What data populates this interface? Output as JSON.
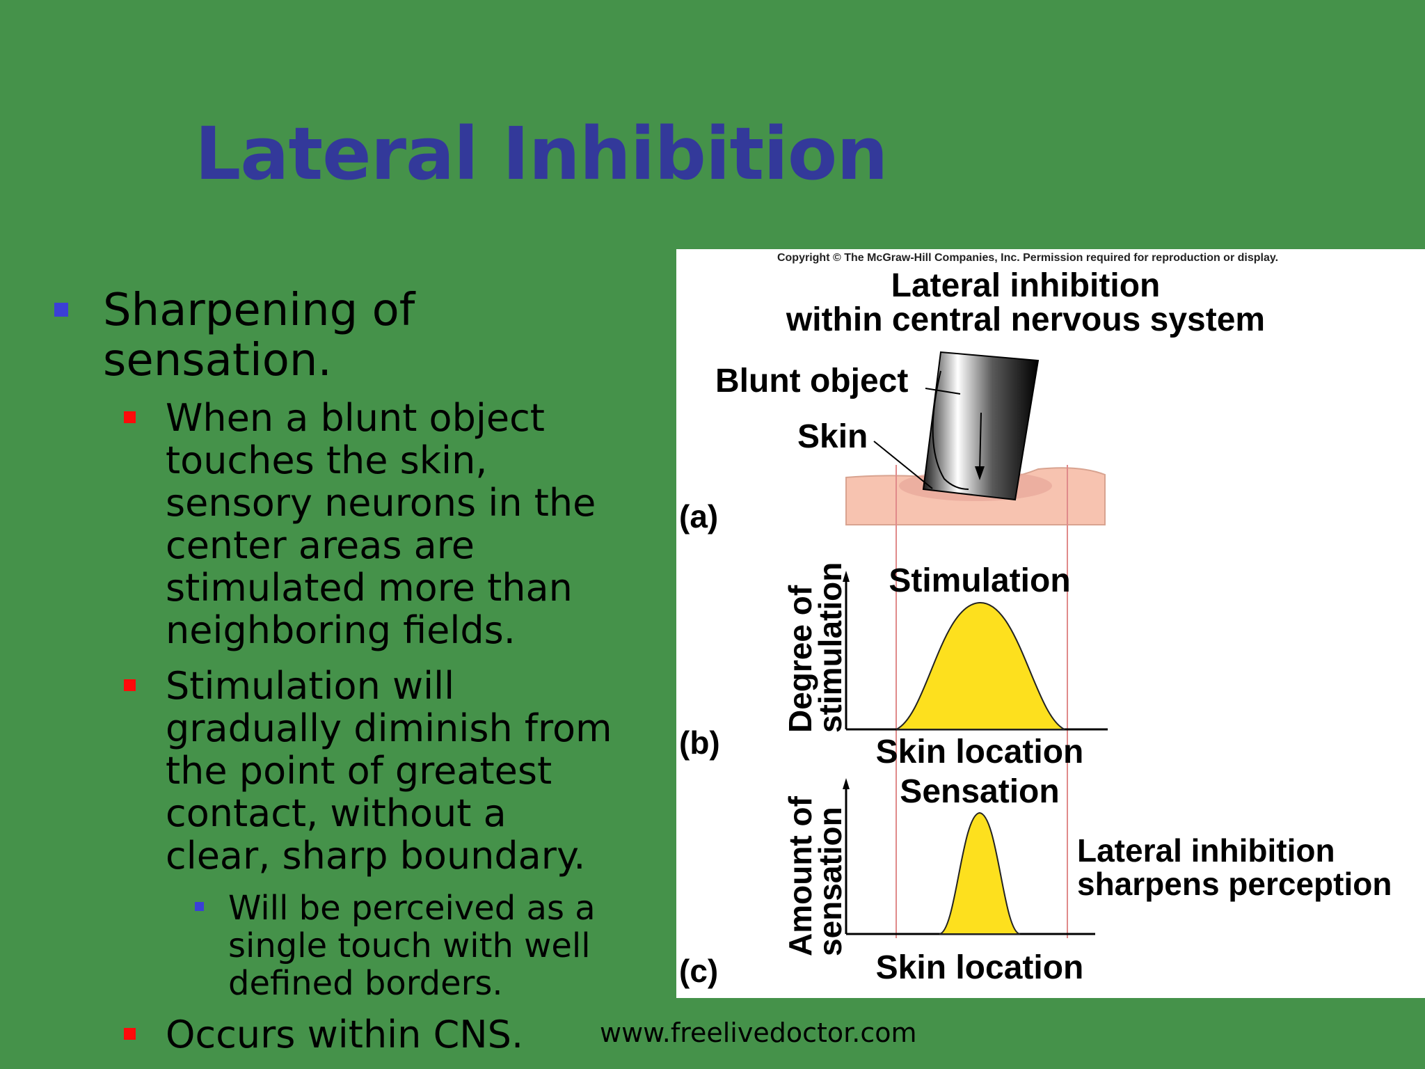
{
  "slide": {
    "title": "Lateral Inhibition",
    "bullets": {
      "main": "Sharpening of sensation.",
      "sub1": "When a blunt object touches the skin, sensory neurons in the center areas are stimulated more than neighboring fields.",
      "sub2": "Stimulation will gradually diminish from the point of greatest contact, without a clear, sharp boundary.",
      "subsub": "Will be perceived as a single touch with well defined borders.",
      "sub3": "Occurs within CNS."
    },
    "footer": "www.freelivedoctor.com",
    "colors": {
      "background": "#45924a",
      "title": "#33399a",
      "bullet_blue": "#3b3fd6",
      "bullet_red": "#ff0a0a"
    }
  },
  "figure": {
    "copyright": "Copyright © The McGraw-Hill Companies, Inc. Permission required for reproduction or display.",
    "heading_line1": "Lateral inhibition",
    "heading_line2": "within central nervous system",
    "blunt_object": "Blunt object",
    "skin": "Skin",
    "panel_a": "(a)",
    "panel_b": "(b)",
    "panel_c": "(c)",
    "y_label_b_line1": "Degree of",
    "y_label_b_line2": "stimulation",
    "stimulation": "Stimulation",
    "x_label_b": "Skin location",
    "sensation": "Sensation",
    "y_label_c_line1": "Amount of",
    "y_label_c_line2": "sensation",
    "note_line1": "Lateral inhibition",
    "note_line2": "sharpens perception",
    "x_label_c": "Skin location",
    "colors": {
      "curve_fill": "#fde01e",
      "skin": "#f7c3b0",
      "guide": "#e08a8a"
    }
  }
}
